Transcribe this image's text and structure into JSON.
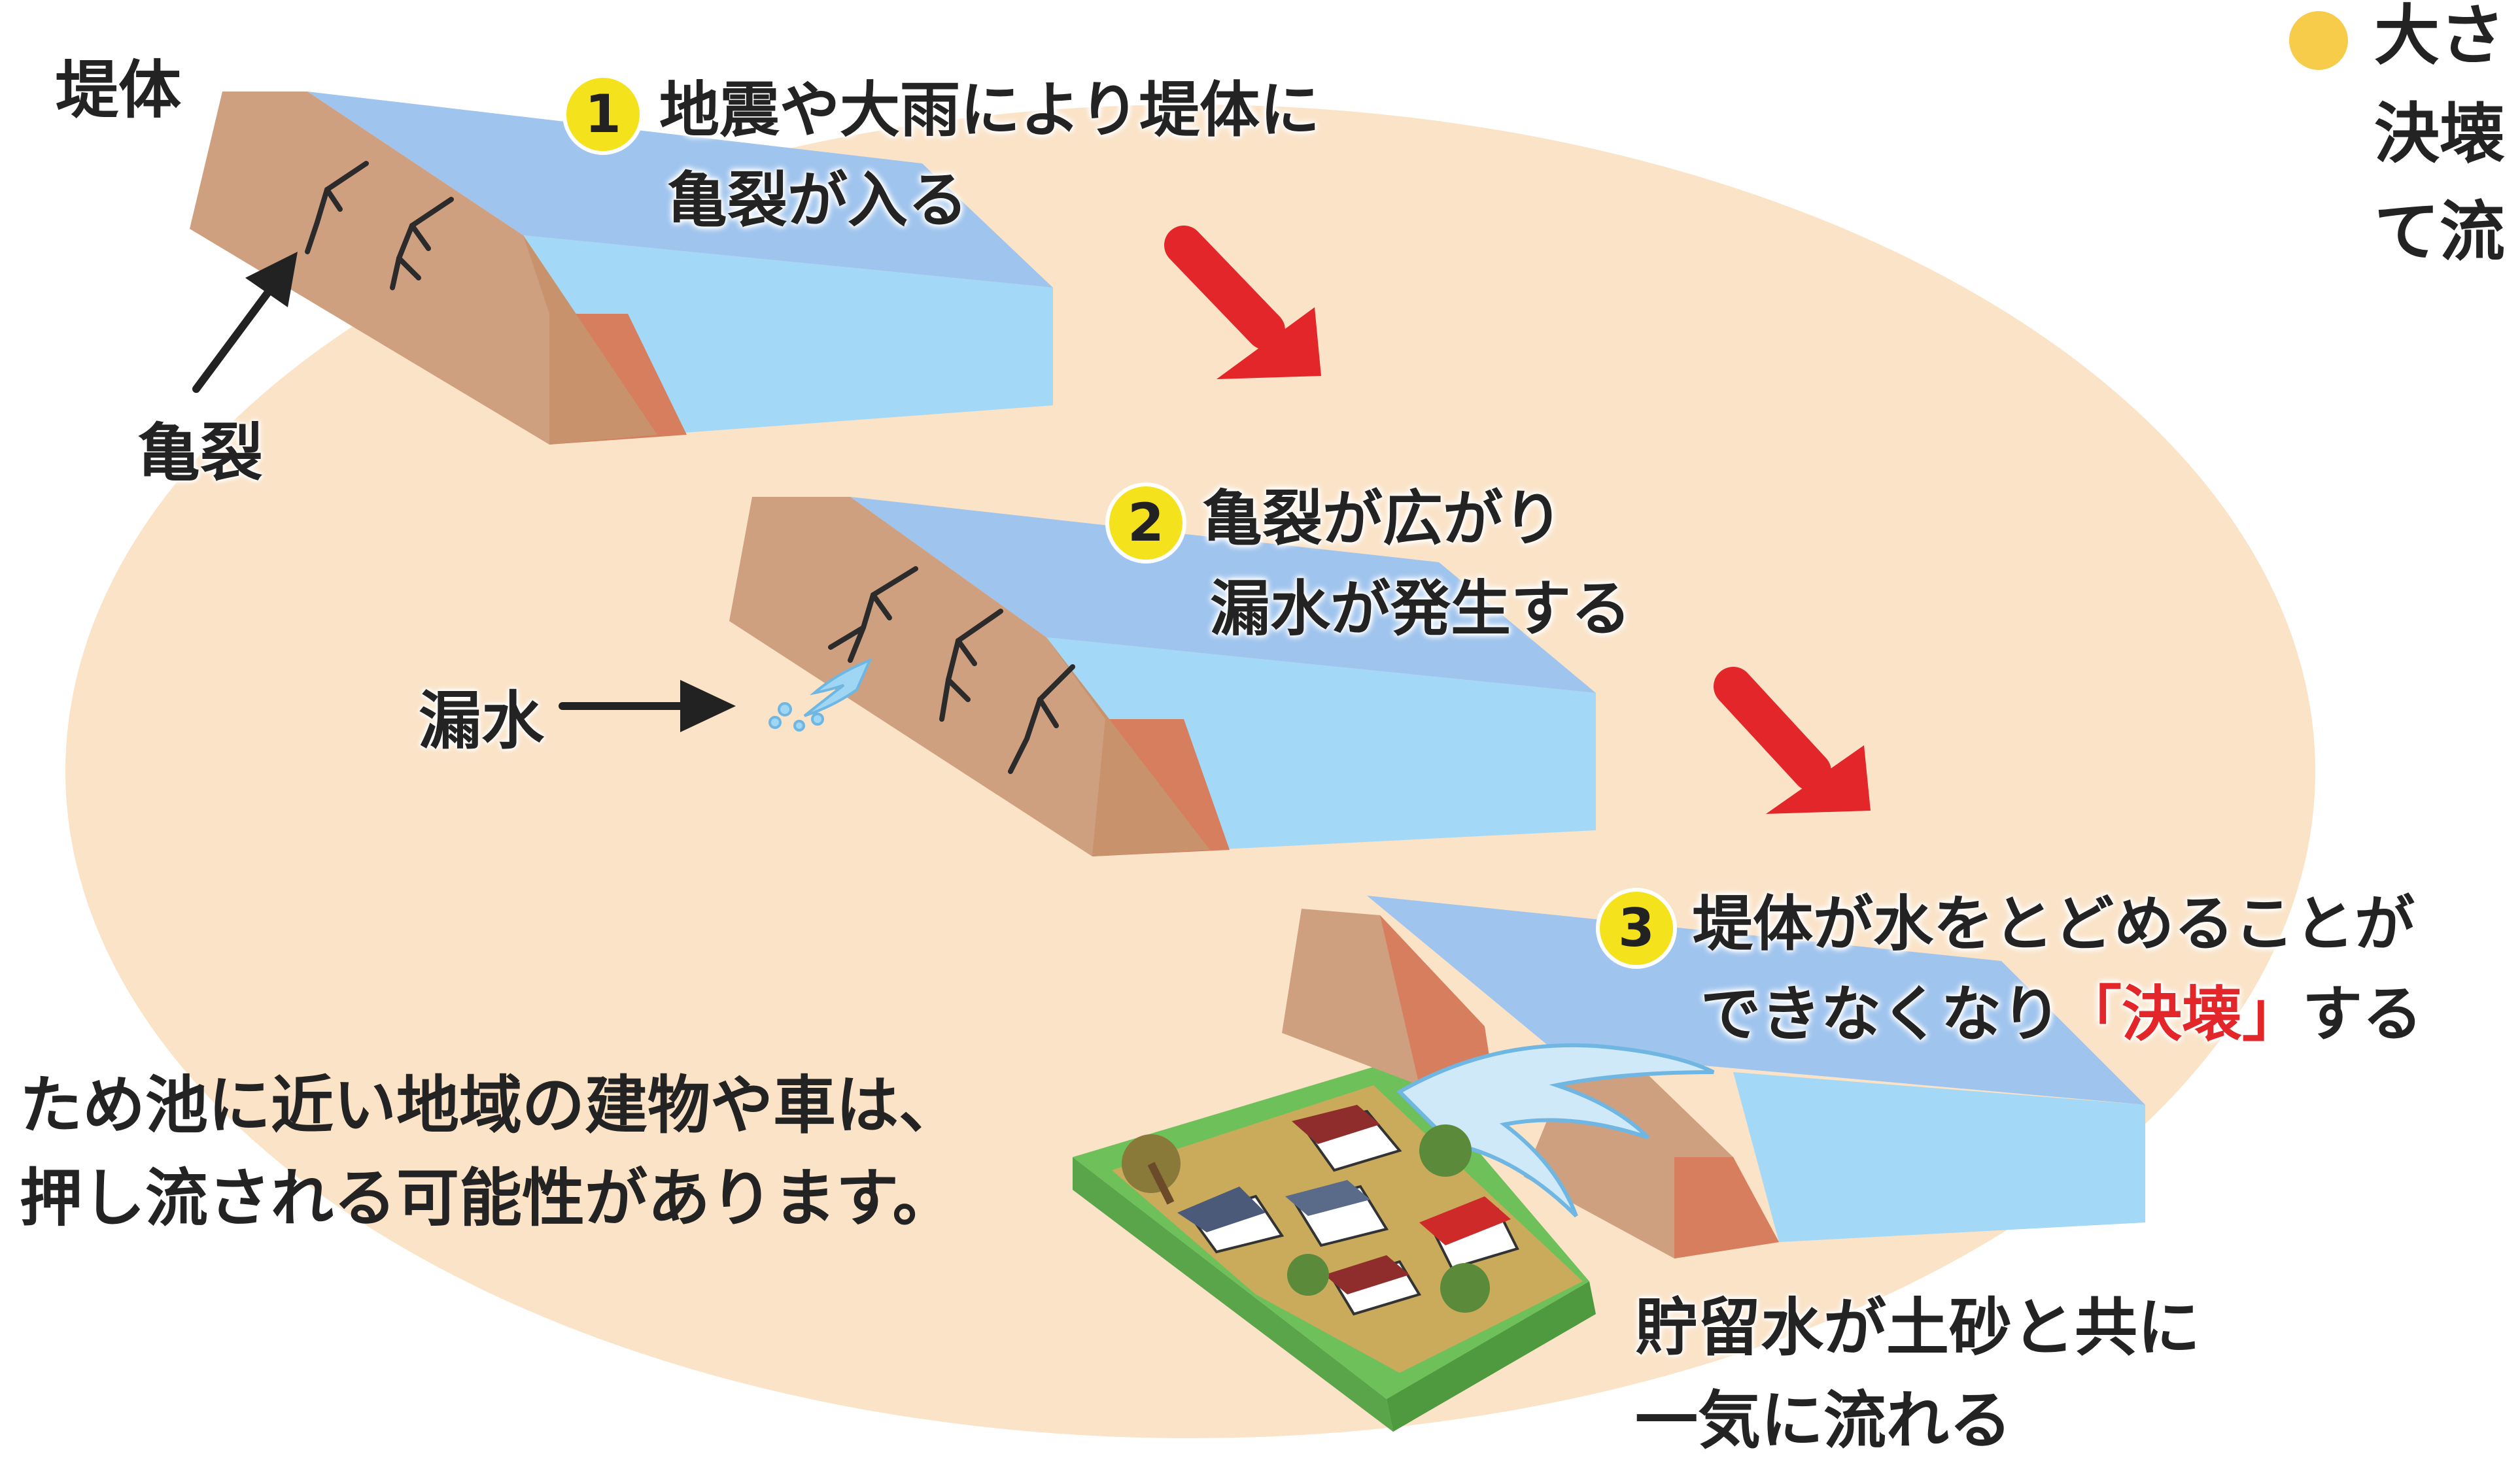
{
  "labels": {
    "dam_body": "堤体",
    "crack": "亀裂",
    "leak": "漏水",
    "outflow_line1": "貯留水が土砂と共に",
    "outflow_line2": "一気に流れる"
  },
  "steps": [
    {
      "num": "1",
      "line1": "地震や大雨により堤体に",
      "line2": "亀裂が入る"
    },
    {
      "num": "2",
      "line1": "亀裂が広がり",
      "line2": "漏水が発生する"
    },
    {
      "num": "3",
      "line1": "堤体が水をとどめることが",
      "line2_pre": "できなくなり",
      "line2_highlight": "「決壊」",
      "line2_post": "する"
    }
  ],
  "note": {
    "line1": "ため池に近い地域の建物や車は、",
    "line2": "押し流される可能性があります。"
  },
  "side_text": {
    "line1": "大さ",
    "line2": "決壊",
    "line3": "て流"
  },
  "colors": {
    "background_ellipse": "#fae3c7",
    "water_top": "#9fc4ee",
    "water_side": "#a3d8f6",
    "dam_earth": "#cfa07f",
    "dam_front": "#d67e5e",
    "arrow_red": "#e3262a",
    "grass": "#6ec05a",
    "mud": "#c9ab5b",
    "highlight_text": "#e3262a",
    "number_badge": "#f4e21c"
  }
}
